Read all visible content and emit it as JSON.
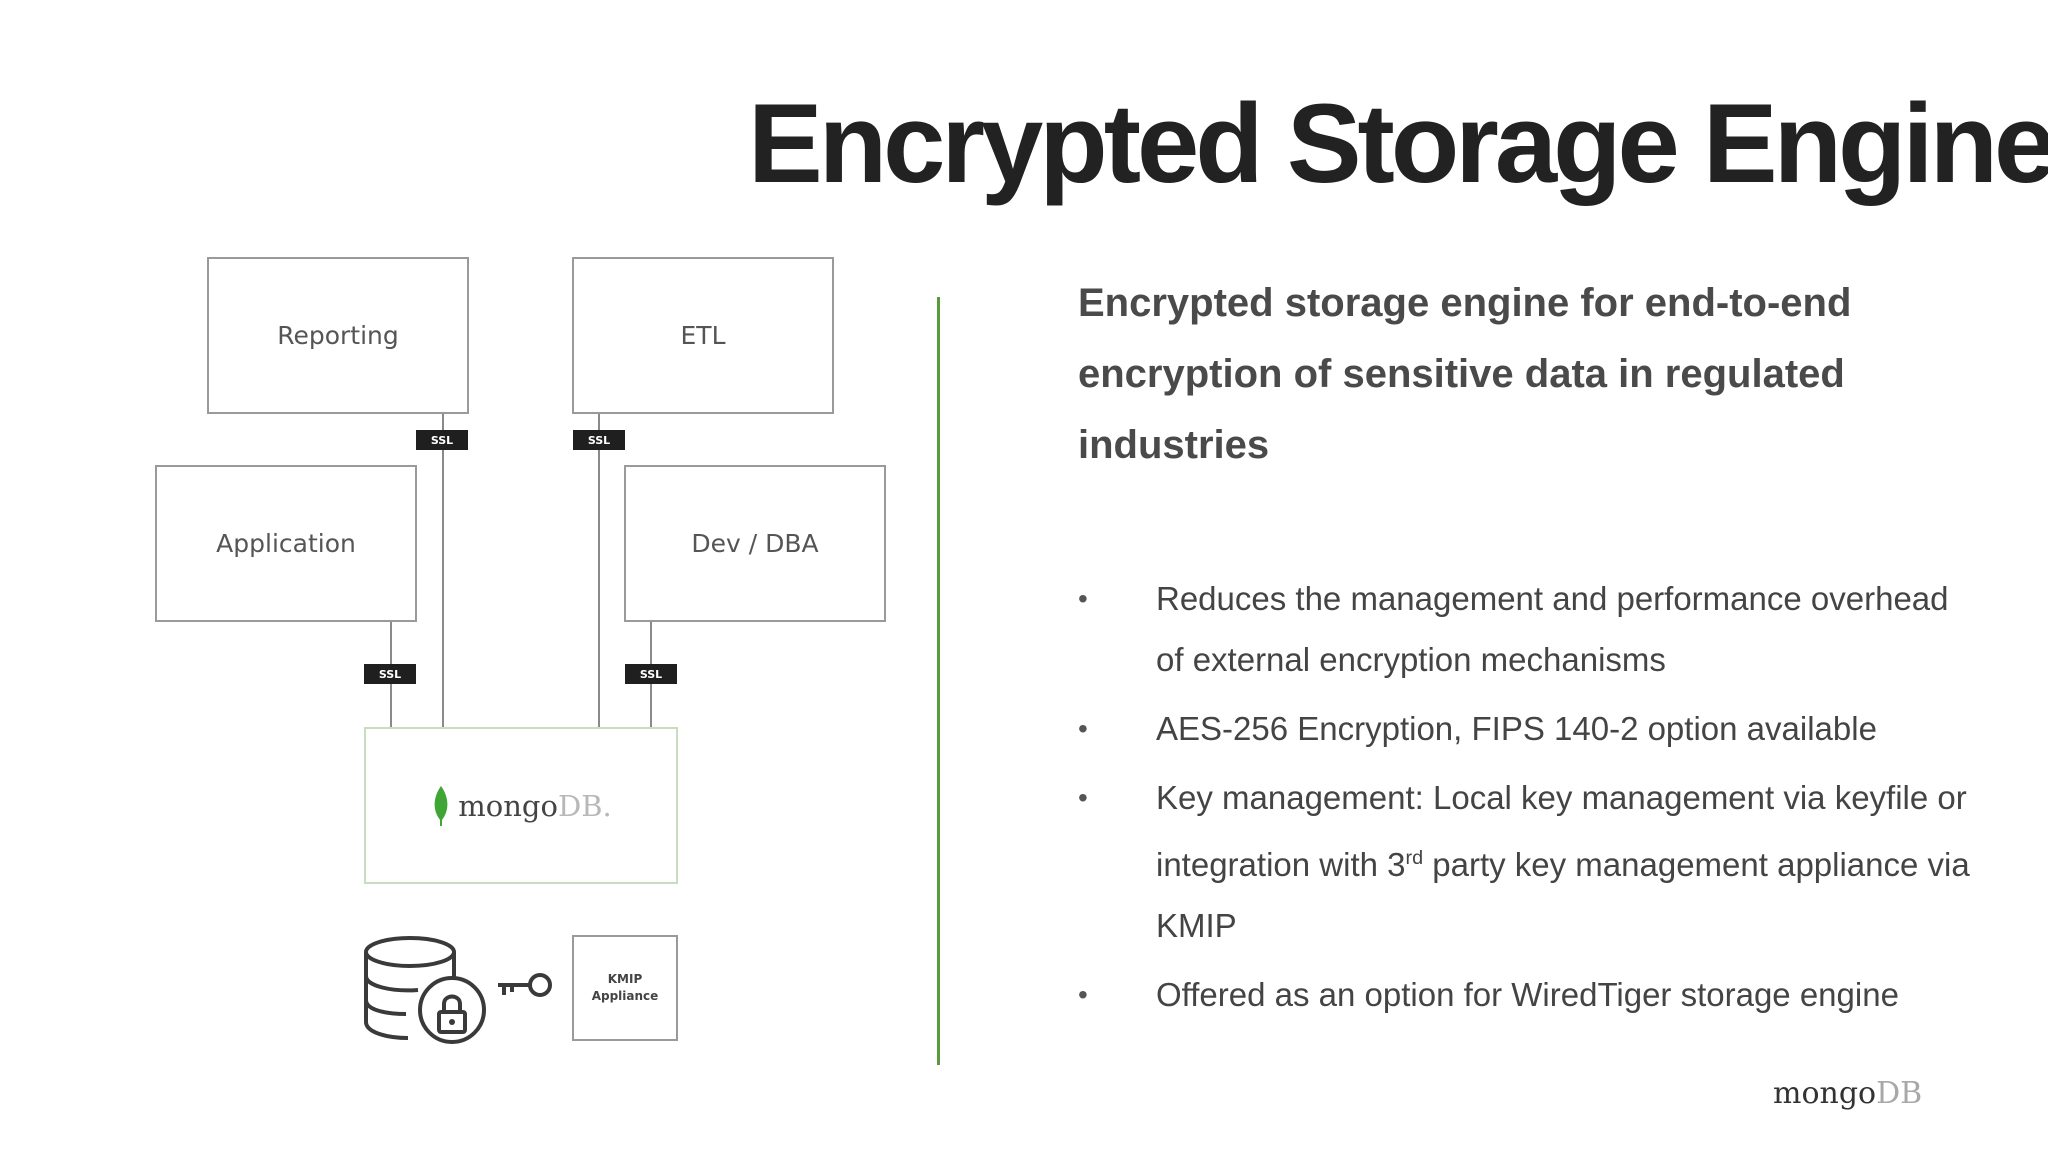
{
  "slide": {
    "title": "Encrypted Storage Engine",
    "intro": "Encrypted storage engine for end-to-end encryption of sensitive data in regulated industries",
    "bullets": [
      {
        "text": "Reduces the management and performance overhead of external encryption mechanisms"
      },
      {
        "text": "AES-256 Encryption, FIPS 140-2 option available"
      },
      {
        "text_before": "Key management: Local key management via keyfile or integration with 3",
        "sup": "rd",
        "text_after": " party key management appliance via KMIP"
      },
      {
        "text": "Offered as an option for WiredTiger storage engine"
      }
    ],
    "footer_logo": {
      "part1": "mongo",
      "part2": "DB"
    }
  },
  "diagram": {
    "boxes": {
      "reporting": "Reporting",
      "etl": "ETL",
      "application": "Application",
      "dev_dba": "Dev / DBA",
      "kmip_line1": "KMIP",
      "kmip_line2": "Appliance"
    },
    "ssl_label": "SSL",
    "mongodb_logo": {
      "part1": "mongo",
      "part2": "DB."
    },
    "icons": [
      "database-lock-icon",
      "key-icon",
      "leaf-icon"
    ],
    "colors": {
      "leaf": "#3fa535",
      "divider": "#5b9a3b",
      "mongo_border": "#c8dcc0"
    }
  }
}
